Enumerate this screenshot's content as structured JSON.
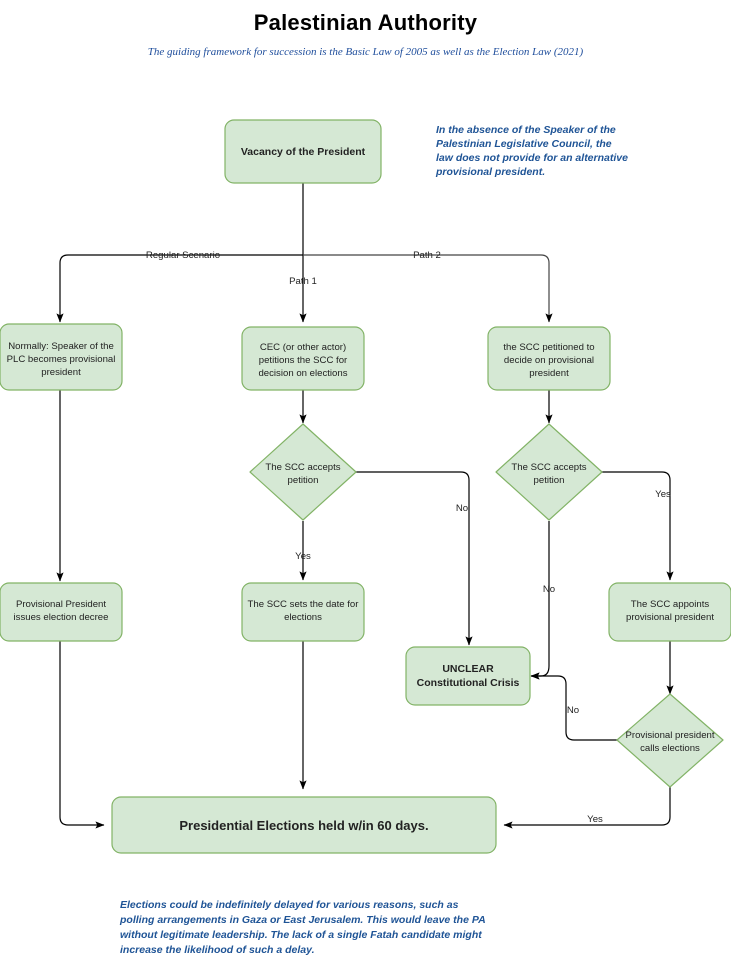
{
  "header": {
    "title": "Palestinian Authority",
    "subtitle": "The guiding framework for succession is the Basic Law of 2005 as well as the Election Law (2021)"
  },
  "annotations": {
    "top_right": "In the absence of the Speaker of the Palestinian Legislative Council, the law does not provide for an alternative provisional president.",
    "bottom": "Elections could be indefinitely delayed for various reasons, such as polling arrangements in Gaza or East Jerusalem. This would leave the PA without legitimate leadership. The lack of a single Fatah candidate might increase the likelihood of such a delay."
  },
  "colors": {
    "node_fill": "#d5e8d4",
    "node_stroke": "#82b366",
    "annotation_text": "#1f5496",
    "edge": "#000000",
    "title_text": "#000000"
  },
  "chart_data": {
    "type": "diagram",
    "title": "Palestinian Authority",
    "nodes": [
      {
        "id": "start",
        "shape": "rounded-rect",
        "lines": [
          "Vacancy of the President"
        ]
      },
      {
        "id": "speaker",
        "shape": "rounded-rect",
        "lines": [
          "Normally: Speaker of the",
          "PLC becomes provisional",
          "president"
        ]
      },
      {
        "id": "cec",
        "shape": "rounded-rect",
        "lines": [
          "CEC (or other actor)",
          "petitions the SCC for",
          "decision on elections"
        ]
      },
      {
        "id": "scc-prov",
        "shape": "rounded-rect",
        "lines": [
          "the SCC petitioned to",
          "decide on provisional",
          "president"
        ]
      },
      {
        "id": "accept1",
        "shape": "diamond",
        "lines": [
          "The SCC accepts",
          "petition"
        ]
      },
      {
        "id": "accept2",
        "shape": "diamond",
        "lines": [
          "The SCC accepts",
          "petition"
        ]
      },
      {
        "id": "decree",
        "shape": "rounded-rect",
        "lines": [
          "Provisional President",
          "issues election decree"
        ]
      },
      {
        "id": "setdate",
        "shape": "rounded-rect",
        "lines": [
          "The SCC sets the date for",
          "elections"
        ]
      },
      {
        "id": "appoints",
        "shape": "rounded-rect",
        "lines": [
          "The SCC appoints",
          "provisional president"
        ]
      },
      {
        "id": "unclear",
        "shape": "rounded-rect",
        "lines": [
          "UNCLEAR",
          "Constitutional Crisis"
        ]
      },
      {
        "id": "calls",
        "shape": "diamond",
        "lines": [
          "Provisional president",
          "calls elections"
        ]
      },
      {
        "id": "elections",
        "shape": "rounded-rect",
        "lines": [
          "Presidential Elections held w/in 60 days."
        ]
      }
    ],
    "edges": [
      {
        "from": "start",
        "to": "speaker",
        "label": "Regular Scenario"
      },
      {
        "from": "start",
        "to": "cec",
        "label": "Path 1"
      },
      {
        "from": "start",
        "to": "scc-prov",
        "label": "Path 2"
      },
      {
        "from": "cec",
        "to": "accept1",
        "label": ""
      },
      {
        "from": "scc-prov",
        "to": "accept2",
        "label": ""
      },
      {
        "from": "accept1",
        "to": "setdate",
        "label": "Yes"
      },
      {
        "from": "accept1",
        "to": "unclear",
        "label": "No"
      },
      {
        "from": "accept2",
        "to": "appoints",
        "label": "Yes"
      },
      {
        "from": "accept2",
        "to": "unclear",
        "label": "No"
      },
      {
        "from": "speaker",
        "to": "decree",
        "label": ""
      },
      {
        "from": "decree",
        "to": "elections",
        "label": ""
      },
      {
        "from": "setdate",
        "to": "elections",
        "label": ""
      },
      {
        "from": "appoints",
        "to": "calls",
        "label": ""
      },
      {
        "from": "calls",
        "to": "unclear",
        "label": "No"
      },
      {
        "from": "calls",
        "to": "elections",
        "label": "Yes"
      }
    ],
    "labels": {
      "start": "Vacancy of the President",
      "speaker_1": "Normally: Speaker of the",
      "speaker_2": "PLC becomes provisional",
      "speaker_3": "president",
      "cec_1": "CEC (or other actor)",
      "cec_2": "petitions the SCC for",
      "cec_3": "decision on elections",
      "sccprov_1": "the SCC petitioned to",
      "sccprov_2": "decide on provisional",
      "sccprov_3": "president",
      "accept_1": "The SCC accepts",
      "accept_2": "petition",
      "decree_1": "Provisional President",
      "decree_2": "issues election decree",
      "setdate_1": "The SCC sets the date for",
      "setdate_2": "elections",
      "appoints_1": "The SCC appoints",
      "appoints_2": "provisional president",
      "unclear_1": "UNCLEAR",
      "unclear_2": "Constitutional Crisis",
      "calls_1": "Provisional president",
      "calls_2": "calls elections",
      "elections": "Presidential Elections held w/in 60 days.",
      "edge_regular": "Regular Scenario",
      "edge_path1": "Path 1",
      "edge_path2": "Path 2",
      "edge_yes_a": "Yes",
      "edge_no_a": "No",
      "edge_yes_b": "Yes",
      "edge_no_b": "No",
      "edge_no_c": "No",
      "edge_yes_c": "Yes"
    }
  }
}
